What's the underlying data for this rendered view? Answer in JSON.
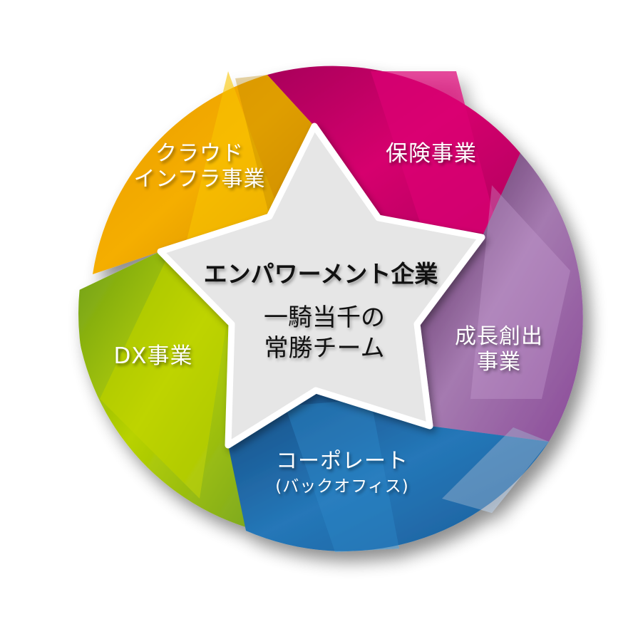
{
  "diagram": {
    "type": "star-wheel",
    "center": {
      "title": "エンパワーメント企業",
      "subtitle_line1": "一騎当千の",
      "subtitle_line2": "常勝チーム"
    },
    "segments": [
      {
        "id": "cloud",
        "line1": "クラウド",
        "line2": "インフラ事業",
        "color": "#F0A500",
        "accent": "#F8C400"
      },
      {
        "id": "insurance",
        "line1": "保険事業",
        "line2": "",
        "color": "#C8005F",
        "accent": "#D9006F"
      },
      {
        "id": "growth",
        "line1": "成長創出",
        "line2": "事業",
        "color": "#7D3C8A",
        "accent": "#B68BBF"
      },
      {
        "id": "corporate",
        "line1": "コーポレート",
        "line2": "(バックオフィス)",
        "color": "#1C5E9E",
        "accent": "#2F87C8"
      },
      {
        "id": "dx",
        "line1": "DX事業",
        "line2": "",
        "color": "#8DB81E",
        "accent": "#C2D600"
      }
    ],
    "colors": {
      "star_fill": "#E6E6E6",
      "star_stroke": "#FFFFFF",
      "label_text": "#FFFFFF",
      "center_text": "#111111"
    }
  }
}
